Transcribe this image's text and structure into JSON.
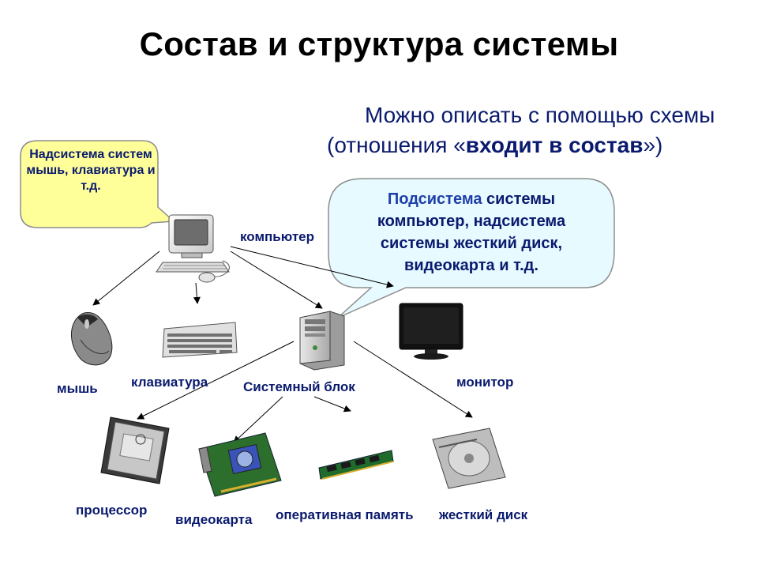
{
  "title": "Состав и структура системы",
  "intro": {
    "line1": "Можно описать с помощью схемы",
    "line2_prefix": "(отношения «",
    "line2_bold": "входит в состав",
    "line2_suffix": "»)"
  },
  "callouts": {
    "supersystem": "Надсистема систем мышь, клавиатура и т.д.",
    "subsystem_head": "Подсистема",
    "subsystem_rest": " системы компьютер, надсистема системы жесткий диск, видеокарта и т.д."
  },
  "nodes": {
    "computer": "компьютер",
    "mouse": "мышь",
    "keyboard": "клавиатура",
    "system_unit": "Системный блок",
    "monitor": "монитор",
    "cpu": "процессор",
    "gpu": "видеокарта",
    "ram": "оперативная память",
    "hdd": "жесткий диск"
  },
  "colors": {
    "callout_yellow_fill": "#ffff99",
    "callout_blue_fill": "#e6faff",
    "text_navy": "#0a1a6e"
  }
}
